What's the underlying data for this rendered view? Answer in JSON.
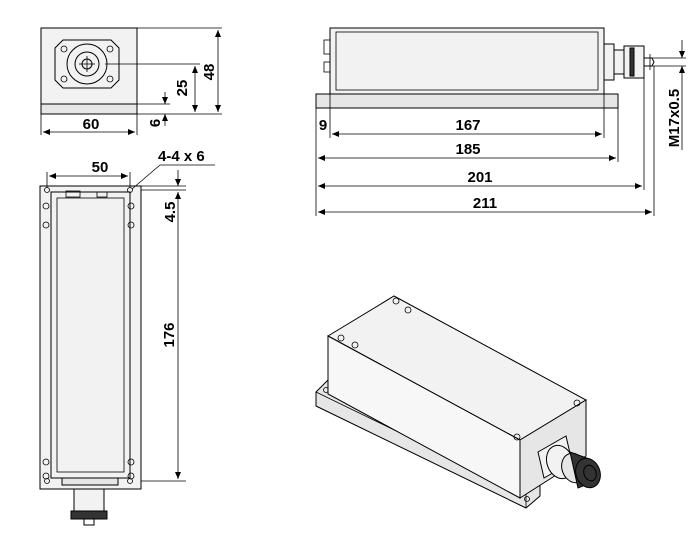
{
  "front_view": {
    "width_label": "60",
    "height_label": "48",
    "axis_height_label": "25",
    "base_height_label": "6"
  },
  "top_view": {
    "hole_pitch_label": "50",
    "hole_spec_label": "4-4 x 6",
    "edge_offset_label": "4.5",
    "hole_span_label": "176"
  },
  "side_view": {
    "offset_label": "9",
    "body_length_label": "167",
    "flange_length_label": "185",
    "connector_length_label": "201",
    "overall_length_label": "211",
    "thread_label": "M17x0.5"
  }
}
